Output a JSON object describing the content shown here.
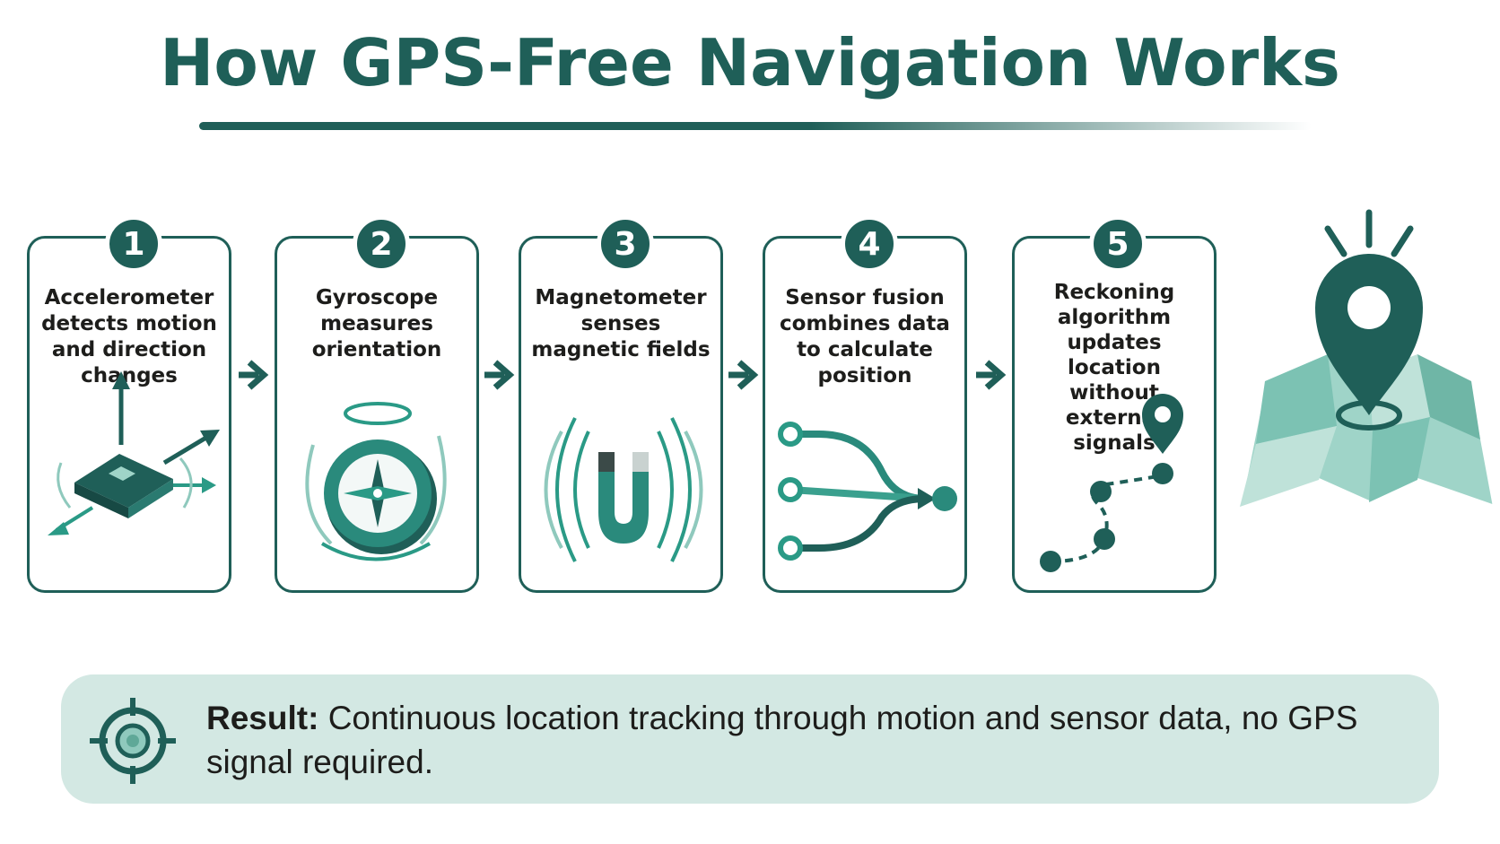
{
  "title": "How GPS-Free Navigation Works",
  "colors": {
    "primary": "#1f5f58",
    "accent": "#2a9a86",
    "light": "#d3e8e3"
  },
  "steps": [
    {
      "number": "1",
      "text": "Accelerometer detects motion and direction changes",
      "icon": "accelerometer-chip-icon"
    },
    {
      "number": "2",
      "text": "Gyroscope measures orientation",
      "icon": "gyroscope-compass-icon"
    },
    {
      "number": "3",
      "text": "Magnetometer senses magnetic fields",
      "icon": "magnet-icon"
    },
    {
      "number": "4",
      "text": "Sensor fusion combines data to calculate position",
      "icon": "sensor-fusion-icon"
    },
    {
      "number": "5",
      "text": "Reckoning algorithm updates location without external signals",
      "icon": "path-pin-icon"
    }
  ],
  "final_icon": "map-location-pin-icon",
  "result": {
    "label": "Result:",
    "text": "Continuous location tracking through motion and sensor data, no GPS signal required.",
    "icon": "crosshair-target-icon"
  }
}
